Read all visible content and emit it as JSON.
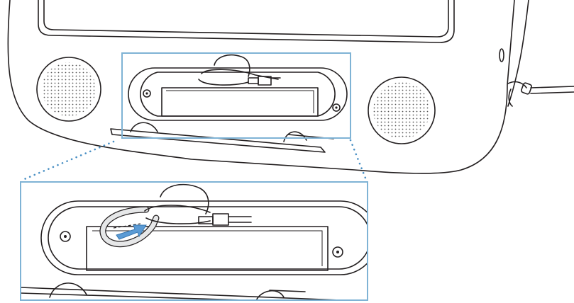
{
  "illustration": {
    "subject": "computer-front-bezel-access-door",
    "parts": [
      "display-bezel",
      "left-speaker-grille",
      "right-speaker-grille",
      "access-door",
      "internal-cable",
      "connector",
      "power-cable"
    ]
  },
  "colors": {
    "line": "#231f20",
    "highlight-box": "#7fb3d5",
    "callout-dots": "#4a90c4",
    "cable-fill": "#e6e7e8",
    "arrow": "#5b9bd5",
    "background": "#ffffff"
  },
  "annotations": {
    "arrow_direction": "insert-connector"
  }
}
